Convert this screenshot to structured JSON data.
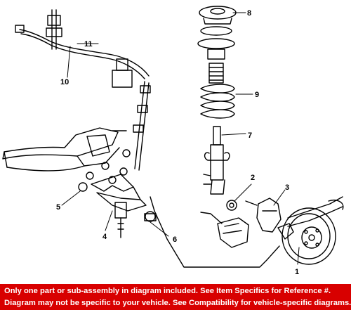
{
  "diagram": {
    "callouts": [
      "1",
      "2",
      "3",
      "4",
      "5",
      "6",
      "7",
      "8",
      "9",
      "10",
      "11"
    ]
  },
  "footer": {
    "line1": "Only one part or sub-assembly in diagram included. See Item Specifics for Reference #.",
    "line2": "Diagram may not be specific to your vehicle. See Compatibility for vehicle-specific diagrams."
  },
  "colors": {
    "banner": "#d80000",
    "banner_text": "#ffffff",
    "line_art": "#000000"
  }
}
